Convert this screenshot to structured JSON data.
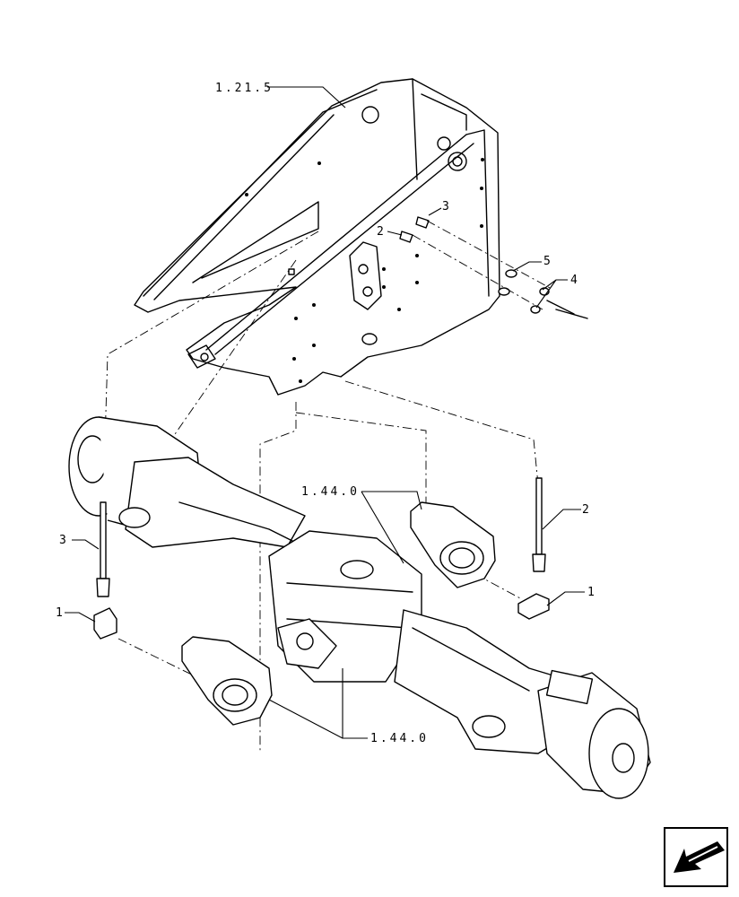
{
  "colors": {
    "ink": "#000000",
    "paper": "#ffffff"
  },
  "callouts": {
    "ref_frame": "1.21.5",
    "ref_axle_top": "1.44.0",
    "ref_axle_bottom": "1.44.0",
    "item_1_left": "1",
    "item_1_right": "1",
    "item_2_top": "2",
    "item_2_right": "2",
    "item_3_top": "3",
    "item_3_left": "3",
    "item_4": "4",
    "item_5": "5"
  },
  "nav_icon": "arrow-down-left-icon"
}
